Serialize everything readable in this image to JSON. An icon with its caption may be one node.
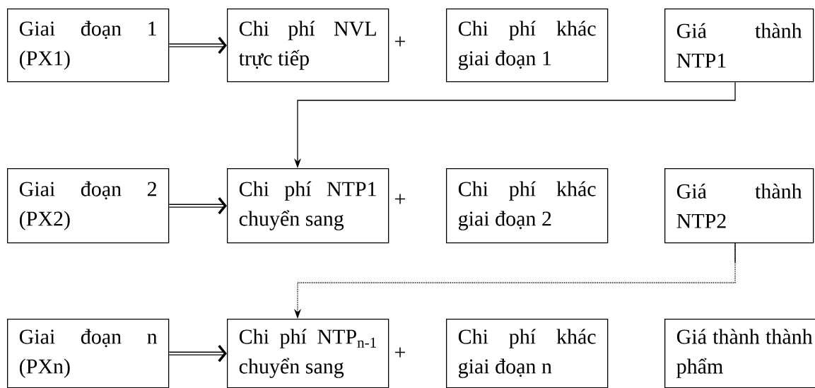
{
  "diagram": {
    "nodes": [
      {
        "text": [
          "Giai đoạn 1 (PX1)"
        ]
      },
      {
        "text": [
          "Chi phí NVL trực tiếp"
        ]
      },
      {
        "text": [
          "Chi phí khác giai đoạn 1"
        ]
      },
      {
        "text": [
          "Giá thành NTP1"
        ]
      },
      {
        "text": [
          "Giai đoạn 2 (PX2)"
        ]
      },
      {
        "text": [
          "Chi phí NTP1 chuyển sang"
        ]
      },
      {
        "text": [
          "Chi phí khác giai đoạn 2"
        ]
      },
      {
        "text": [
          "Giá thành NTP2"
        ]
      },
      {
        "text": [
          "Giai đoạn n (PXn)"
        ]
      },
      {
        "text": [
          "Chi phí NTP$_{n-1}$ chuyển sang"
        ]
      },
      {
        "text": [
          "Chi phí khác giai đoạn n"
        ]
      },
      {
        "text": [
          "Giá thành thành phẩm"
        ]
      }
    ],
    "edges": [
      {
        "from": 0,
        "to": 1,
        "arrow": "to"
      },
      {
        "from": 3,
        "to": 5,
        "arrow": "to"
      },
      {
        "from": 4,
        "to": 5,
        "arrow": "to"
      },
      {
        "from": 7,
        "to": 9,
        "arrow": "to",
        "style": "dashed"
      },
      {
        "from": 8,
        "to": 9,
        "arrow": "to"
      }
    ],
    "labels": [
      "+",
      "+",
      "+"
    ]
  }
}
